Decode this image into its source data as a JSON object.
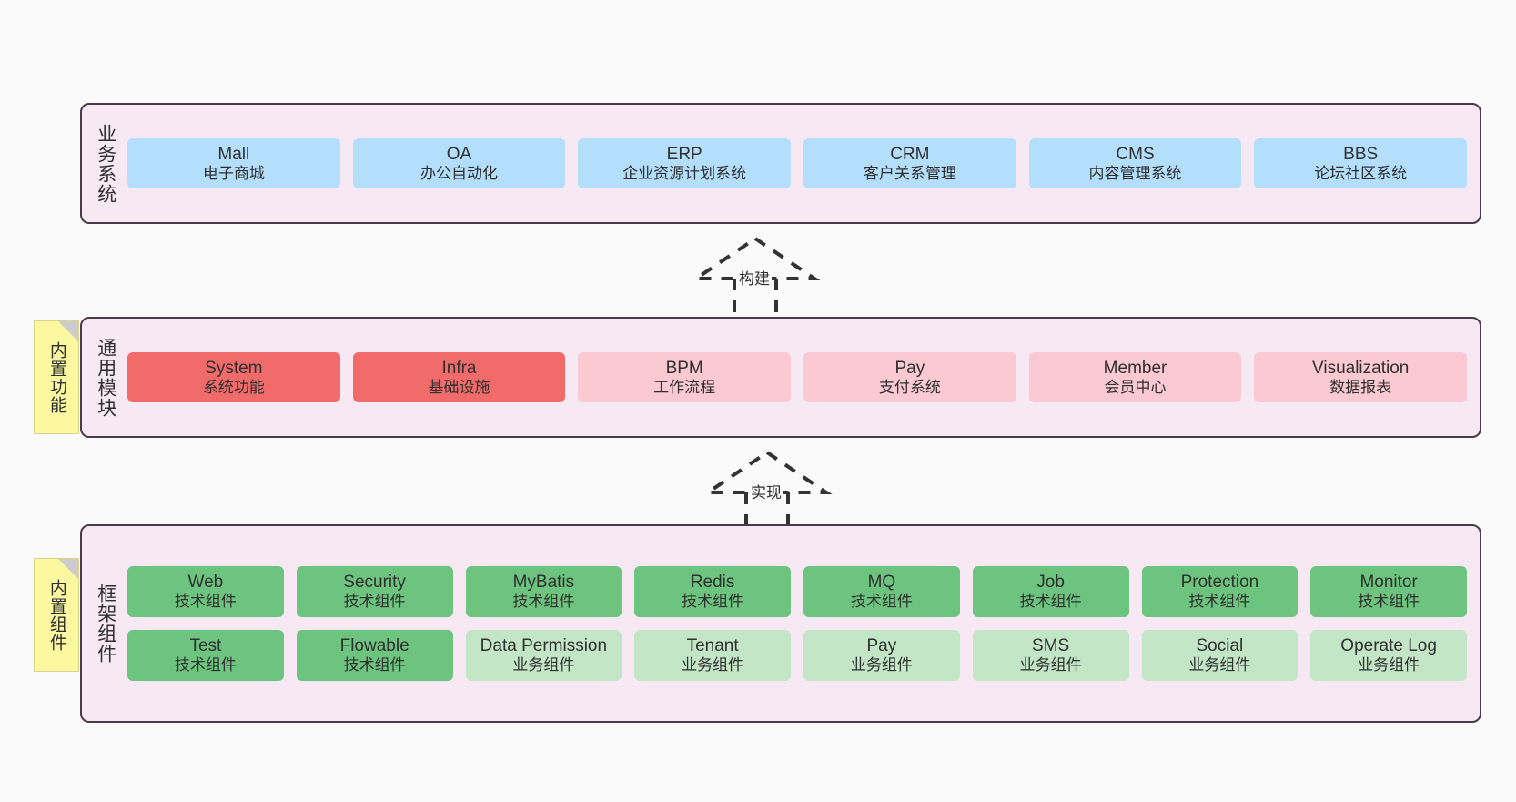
{
  "diagram": {
    "background": "#fafafa",
    "container_bg": "#f7e9f3",
    "container_border": "#4a3b4a"
  },
  "layers": [
    {
      "id": "business",
      "title": "业务系统",
      "rows": [
        {
          "nodes": [
            {
              "title": "Mall",
              "sub": "电子商城",
              "color": "#b3dffc",
              "style": "c-blue"
            },
            {
              "title": "OA",
              "sub": "办公自动化",
              "color": "#b3dffc",
              "style": "c-blue"
            },
            {
              "title": "ERP",
              "sub": "企业资源计划系统",
              "color": "#b3dffc",
              "style": "c-blue"
            },
            {
              "title": "CRM",
              "sub": "客户关系管理",
              "color": "#b3dffc",
              "style": "c-blue"
            },
            {
              "title": "CMS",
              "sub": "内容管理系统",
              "color": "#b3dffc",
              "style": "c-blue"
            },
            {
              "title": "BBS",
              "sub": "论坛社区系统",
              "color": "#b3dffc",
              "style": "c-blue"
            }
          ]
        }
      ]
    },
    {
      "id": "common-modules",
      "title": "通用模块",
      "sticky": "内置功能",
      "rows": [
        {
          "nodes": [
            {
              "title": "System",
              "sub": "系统功能",
              "color": "#f26b6b",
              "style": "c-red"
            },
            {
              "title": "Infra",
              "sub": "基础设施",
              "color": "#f26b6b",
              "style": "c-red"
            },
            {
              "title": "BPM",
              "sub": "工作流程",
              "color": "#fbc9d2",
              "style": "c-pink"
            },
            {
              "title": "Pay",
              "sub": "支付系统",
              "color": "#fbc9d2",
              "style": "c-pink"
            },
            {
              "title": "Member",
              "sub": "会员中心",
              "color": "#fbc9d2",
              "style": "c-pink"
            },
            {
              "title": "Visualization",
              "sub": "数据报表",
              "color": "#fbc9d2",
              "style": "c-pink"
            }
          ]
        }
      ]
    },
    {
      "id": "framework-components",
      "title": "框架组件",
      "sticky": "内置组件",
      "rows": [
        {
          "nodes": [
            {
              "title": "Web",
              "sub": "技术组件",
              "color": "#6cc47e",
              "style": "c-green"
            },
            {
              "title": "Security",
              "sub": "技术组件",
              "color": "#6cc47e",
              "style": "c-green"
            },
            {
              "title": "MyBatis",
              "sub": "技术组件",
              "color": "#6cc47e",
              "style": "c-green"
            },
            {
              "title": "Redis",
              "sub": "技术组件",
              "color": "#6cc47e",
              "style": "c-green"
            },
            {
              "title": "MQ",
              "sub": "技术组件",
              "color": "#6cc47e",
              "style": "c-green"
            },
            {
              "title": "Job",
              "sub": "技术组件",
              "color": "#6cc47e",
              "style": "c-green"
            },
            {
              "title": "Protection",
              "sub": "技术组件",
              "color": "#6cc47e",
              "style": "c-green"
            },
            {
              "title": "Monitor",
              "sub": "技术组件",
              "color": "#6cc47e",
              "style": "c-green"
            }
          ]
        },
        {
          "nodes": [
            {
              "title": "Test",
              "sub": "技术组件",
              "color": "#6cc47e",
              "style": "c-green"
            },
            {
              "title": "Flowable",
              "sub": "技术组件",
              "color": "#6cc47e",
              "style": "c-green"
            },
            {
              "title": "Data Permission",
              "sub": "业务组件",
              "color": "#c2e6c6",
              "style": "c-lightgreen",
              "wrapped": true
            },
            {
              "title": "Tenant",
              "sub": "业务组件",
              "color": "#c2e6c6",
              "style": "c-lightgreen"
            },
            {
              "title": "Pay",
              "sub": "业务组件",
              "color": "#c2e6c6",
              "style": "c-lightgreen"
            },
            {
              "title": "SMS",
              "sub": "业务组件",
              "color": "#c2e6c6",
              "style": "c-lightgreen"
            },
            {
              "title": "Social",
              "sub": "业务组件",
              "color": "#c2e6c6",
              "style": "c-lightgreen"
            },
            {
              "title": "Operate Log",
              "sub": "业务组件",
              "color": "#c2e6c6",
              "style": "c-lightgreen"
            }
          ]
        }
      ]
    }
  ],
  "connectors": [
    {
      "id": "build",
      "label": "构建"
    },
    {
      "id": "realize",
      "label": "实现"
    }
  ]
}
